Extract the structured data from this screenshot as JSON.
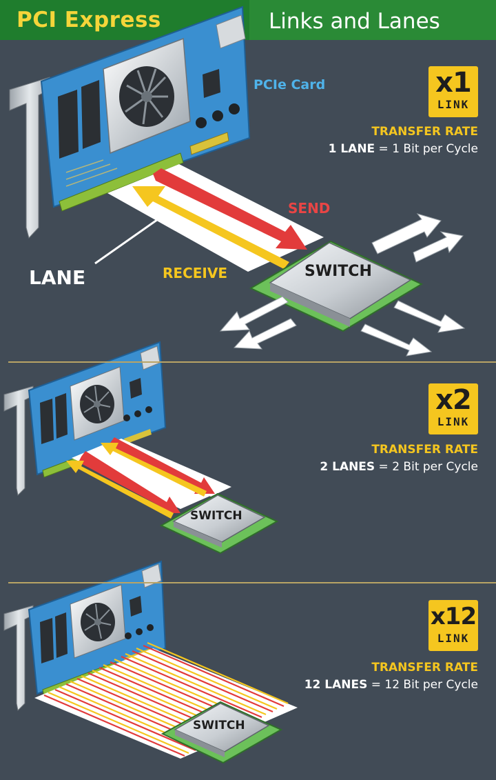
{
  "header": {
    "title_left": "PCI Express",
    "title_right": "Links and Lanes"
  },
  "colors": {
    "header_green": "#2a8a36",
    "title_yellow": "#f5d53a",
    "badge_yellow": "#f5c61f",
    "send_red": "#e23b3b",
    "receive_yellow": "#f5c61f",
    "background": "#414b56",
    "card_blue": "#3a8fd0"
  },
  "section1": {
    "card_label": "PCIe Card",
    "badge": {
      "big": "x1",
      "small": "LINK"
    },
    "rate_title": "TRANSFER RATE",
    "lanes_bold": "1 LANE",
    "lanes_rest": " = 1 Bit per Cycle",
    "send_label": "SEND",
    "receive_label": "RECEIVE",
    "lane_label": "LANE",
    "switch_label": "SWITCH"
  },
  "section2": {
    "badge": {
      "big": "x2",
      "small": "LINK"
    },
    "rate_title": "TRANSFER RATE",
    "lanes_bold": "2 LANES",
    "lanes_rest": " = 2 Bit per Cycle",
    "switch_label": "SWITCH"
  },
  "section3": {
    "badge": {
      "big": "x12",
      "small": "LINK"
    },
    "rate_title": "TRANSFER RATE",
    "lanes_bold": "12 LANES",
    "lanes_rest": " = 12 Bit per Cycle",
    "switch_label": "SWITCH"
  }
}
